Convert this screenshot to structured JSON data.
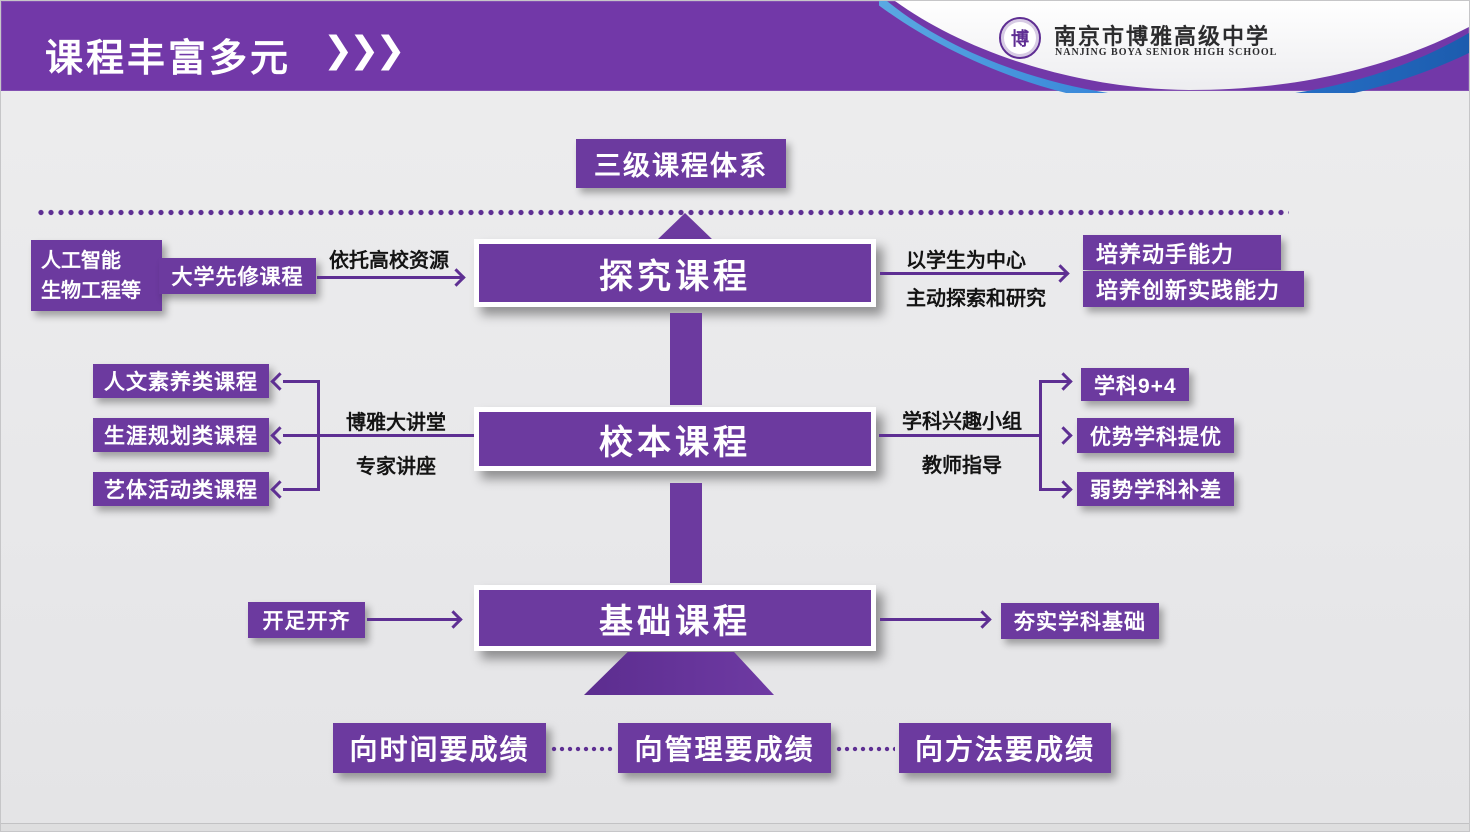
{
  "header": {
    "title": "课程丰富多元",
    "chevrons": "❯❯❯",
    "logo_char": "博",
    "school_name_cn": "南京市博雅高级中学",
    "school_name_en": "NANJING BOYA SENIOR HIGH SCHOOL"
  },
  "diagram": {
    "system_title": "三级课程体系",
    "level1": {
      "box": "探究课程",
      "tags": [
        "人工智能",
        "生物工程等"
      ],
      "prep_box": "大学先修课程",
      "arrow_label": "依托高校资源",
      "right_labels": [
        "以学生为中心",
        "主动探索和研究"
      ],
      "outcome_boxes": [
        "培养动手能力",
        "培养创新实践能力"
      ]
    },
    "level2": {
      "box": "校本课程",
      "left_boxes": [
        "人文素养类课程",
        "生涯规划类课程",
        "艺体活动类课程"
      ],
      "left_labels": [
        "博雅大讲堂",
        "专家讲座"
      ],
      "right_labels": [
        "学科兴趣小组",
        "教师指导"
      ],
      "right_boxes": [
        "学科9+4",
        "优势学科提优",
        "弱势学科补差"
      ]
    },
    "level3": {
      "box": "基础课程",
      "left_box": "开足开齐",
      "right_box": "夯实学科基础"
    },
    "bottom_boxes": [
      "向时间要成绩",
      "向管理要成绩",
      "向方法要成绩"
    ]
  },
  "colors": {
    "purple": "#6c3a9f",
    "line": "#5e2f93",
    "headerPurple": "#7238a8",
    "swooshBlue": "#2d7cd6"
  }
}
